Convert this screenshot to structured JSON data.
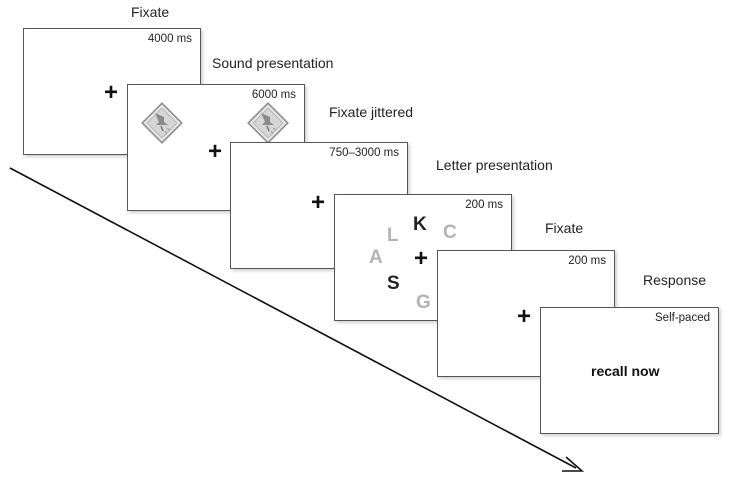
{
  "stages": [
    {
      "label": "Fixate",
      "duration": "4000 ms",
      "cross": "+"
    },
    {
      "label": "Sound presentation",
      "duration": "6000 ms",
      "cross": "+",
      "icons": [
        "speaker-icon",
        "speaker-icon"
      ]
    },
    {
      "label": "Fixate jittered",
      "duration": "750–3000 ms",
      "cross": "+"
    },
    {
      "label": "Letter presentation",
      "duration": "200 ms",
      "cross": "+",
      "letters": {
        "top": "K",
        "upper_left": "L",
        "upper_right": "C",
        "left": "A",
        "lower_left": "S",
        "bottom": "G"
      }
    },
    {
      "label": "Fixate",
      "duration": "200 ms",
      "cross": "+"
    },
    {
      "label": "Response",
      "duration": "Self-paced",
      "message": "recall now"
    }
  ],
  "colors": {
    "dim_letter": "#b3b3b3",
    "dark_letter": "#222222",
    "border": "#555555"
  }
}
